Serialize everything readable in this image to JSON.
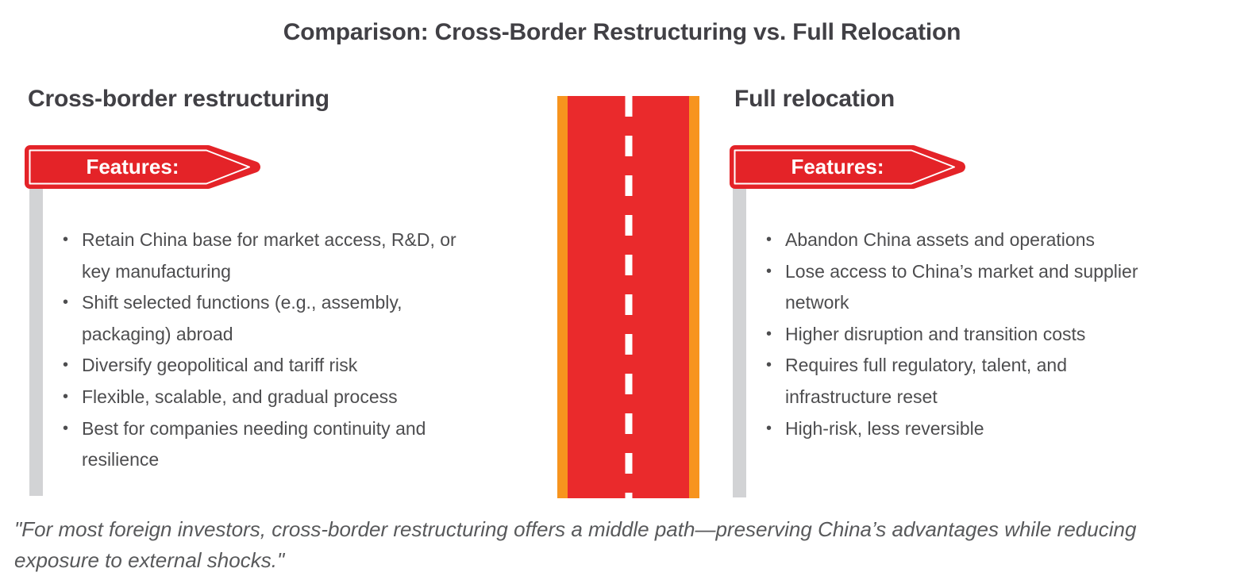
{
  "title": "Comparison: Cross-Border Restructuring vs. Full Relocation",
  "colors": {
    "sign_red": "#e42328",
    "road_red": "#ea2a2c",
    "road_orange": "#f7941e",
    "post_gray": "#d2d3d5",
    "heading_text": "#414045",
    "body_text": "#4d4d4f",
    "quote_text": "#58595b",
    "sign_label_text": "#ffffff",
    "road_dash": "#ffffff"
  },
  "left": {
    "heading": "Cross-border restructuring",
    "sign_label": "Features:",
    "bullets": [
      "Retain China base for market access, R&D, or\nkey manufacturing",
      "Shift selected functions (e.g., assembly,\npackaging) abroad",
      "Diversify geopolitical and tariff risk",
      "Flexible, scalable, and gradual process",
      "Best for companies needing continuity and\nresilience"
    ]
  },
  "right": {
    "heading": "Full relocation",
    "sign_label": "Features:",
    "bullets": [
      "Abandon China assets and operations",
      "Lose access to China’s market and supplier\nnetwork",
      "Higher disruption and transition costs",
      "Requires full regulatory, talent, and\ninfrastructure reset",
      "High-risk, less reversible"
    ]
  },
  "quote": "\"For most foreign investors, cross-border restructuring offers a middle path—preserving China’s advantages while reducing\nexposure to external shocks.\""
}
